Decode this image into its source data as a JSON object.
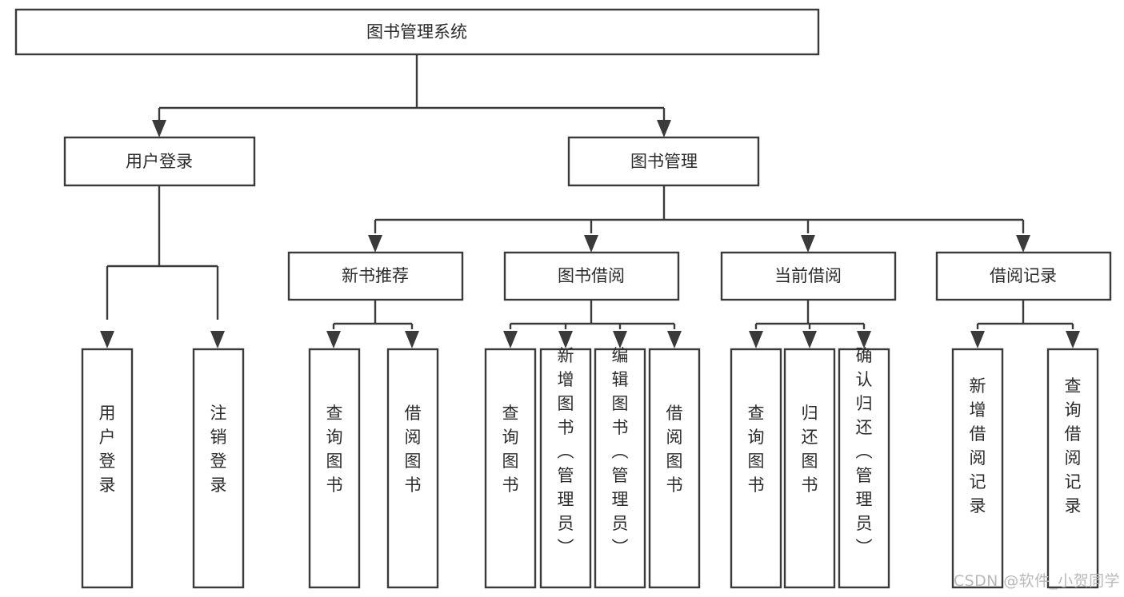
{
  "diagram": {
    "title": "图书管理系统",
    "type": "tree-hierarchy-diagram",
    "colors": {
      "box_stroke": "#3a3a3a",
      "box_fill": "#ffffff",
      "text": "#2b2b2b",
      "background": "#ffffff",
      "watermark": "#b9b9b9"
    },
    "root": {
      "label": "图书管理系统"
    },
    "level2": [
      {
        "label": "用户登录"
      },
      {
        "label": "图书管理"
      }
    ],
    "level3": [
      {
        "label": "新书推荐"
      },
      {
        "label": "图书借阅"
      },
      {
        "label": "当前借阅"
      },
      {
        "label": "借阅记录"
      }
    ],
    "leaves": {
      "user_login": [
        {
          "label": "用户登录"
        },
        {
          "label": "注销登录"
        }
      ],
      "new_book_recommend": [
        {
          "label": "查询图书"
        },
        {
          "label": "借阅图书"
        }
      ],
      "book_borrow": [
        {
          "label": "查询图书"
        },
        {
          "label": "新增图书（管理员）"
        },
        {
          "label": "编辑图书（管理员）"
        },
        {
          "label": "借阅图书"
        }
      ],
      "current_borrow": [
        {
          "label": "查询图书"
        },
        {
          "label": "归还图书"
        },
        {
          "label": "确认归还（管理员）"
        }
      ],
      "borrow_record": [
        {
          "label": "新增借阅记录"
        },
        {
          "label": "查询借阅记录"
        }
      ]
    },
    "watermark": "CSDN @软件_小贺同学"
  }
}
